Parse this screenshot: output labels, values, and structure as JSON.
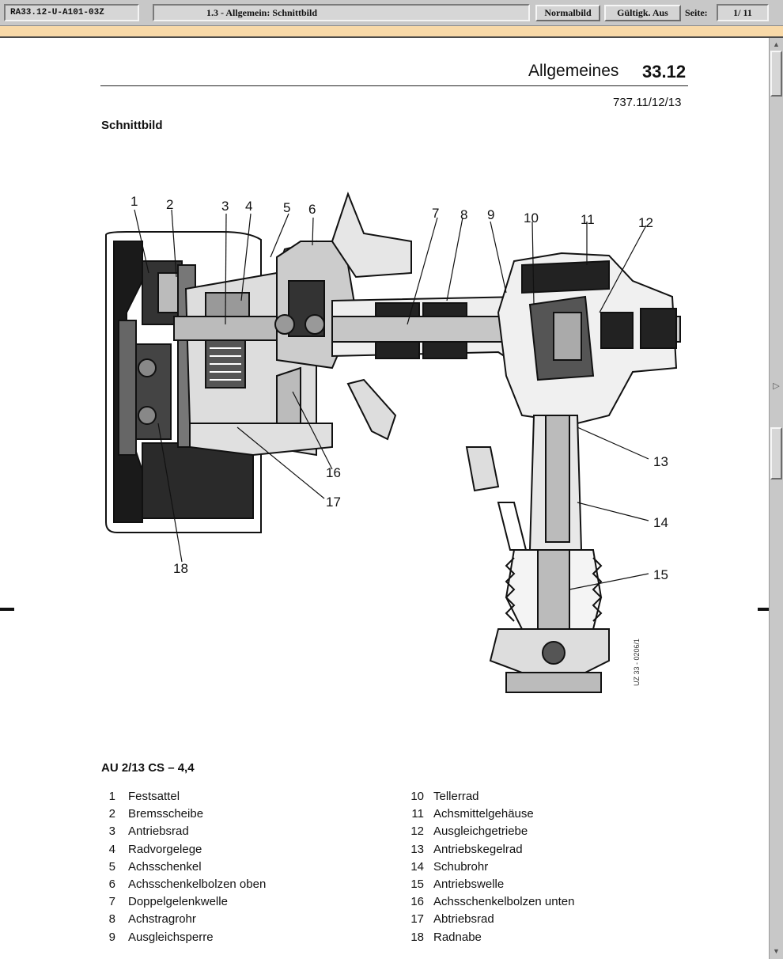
{
  "toolbar": {
    "doc_id": "RA33.12-U-A101-03Z",
    "section": "1.3 - Allgemein: Schnittbild",
    "normalbild_label": "Normalbild",
    "gueltigkeit_label": "Gültigk. Aus",
    "seite_label": "Seite:",
    "page_indicator": "1/ 11"
  },
  "header": {
    "title": "Allgemeines",
    "number": "33.12",
    "model_code": "737.11/12/13"
  },
  "section_title": "Schnittbild",
  "figure": {
    "callouts": [
      "1",
      "2",
      "3",
      "4",
      "5",
      "6",
      "7",
      "8",
      "9",
      "10",
      "11",
      "12",
      "13",
      "14",
      "15",
      "16",
      "17",
      "18"
    ],
    "figure_code": "UZ 33 - 0206/1"
  },
  "axle_title": "AU 2/13 CS – 4,4",
  "legend_left": [
    {
      "num": "1",
      "text": "Festsattel"
    },
    {
      "num": "2",
      "text": "Bremsscheibe"
    },
    {
      "num": "3",
      "text": "Antriebsrad"
    },
    {
      "num": "4",
      "text": "Radvorgelege"
    },
    {
      "num": "5",
      "text": "Achsschenkel"
    },
    {
      "num": "6",
      "text": "Achsschenkelbolzen oben"
    },
    {
      "num": "7",
      "text": "Doppelgelenkwelle"
    },
    {
      "num": "8",
      "text": "Achstragrohr"
    },
    {
      "num": "9",
      "text": "Ausgleichsperre"
    }
  ],
  "legend_right": [
    {
      "num": "10",
      "text": "Tellerrad"
    },
    {
      "num": "11",
      "text": "Achsmittelgehäuse"
    },
    {
      "num": "12",
      "text": "Ausgleichgetriebe"
    },
    {
      "num": "13",
      "text": "Antriebskegelrad"
    },
    {
      "num": "14",
      "text": "Schubrohr"
    },
    {
      "num": "15",
      "text": "Antriebswelle"
    },
    {
      "num": "16",
      "text": "Achsschenkelbolzen unten"
    },
    {
      "num": "17",
      "text": "Abtriebsrad"
    },
    {
      "num": "18",
      "text": "Radnabe"
    }
  ]
}
